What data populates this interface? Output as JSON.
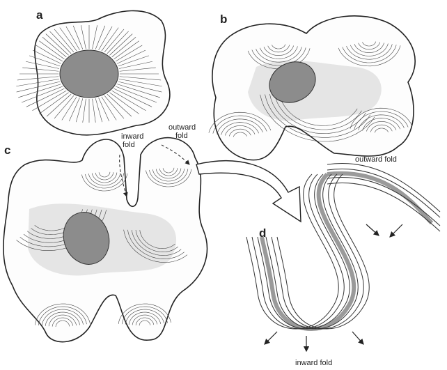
{
  "panels": {
    "a": {
      "letter": "a"
    },
    "b": {
      "letter": "b"
    },
    "c": {
      "letter": "c",
      "inward_label": "inward\nfold",
      "outward_label": "outward\nfold"
    },
    "d": {
      "letter": "d",
      "top_label": "outward fold",
      "bottom_label": "inward fold"
    }
  },
  "colors": {
    "ink": "#222222",
    "cytoplasm": "#dcdcdc",
    "nucleus": "#8c8c8c",
    "sheet_core": "#9a9a9a"
  }
}
